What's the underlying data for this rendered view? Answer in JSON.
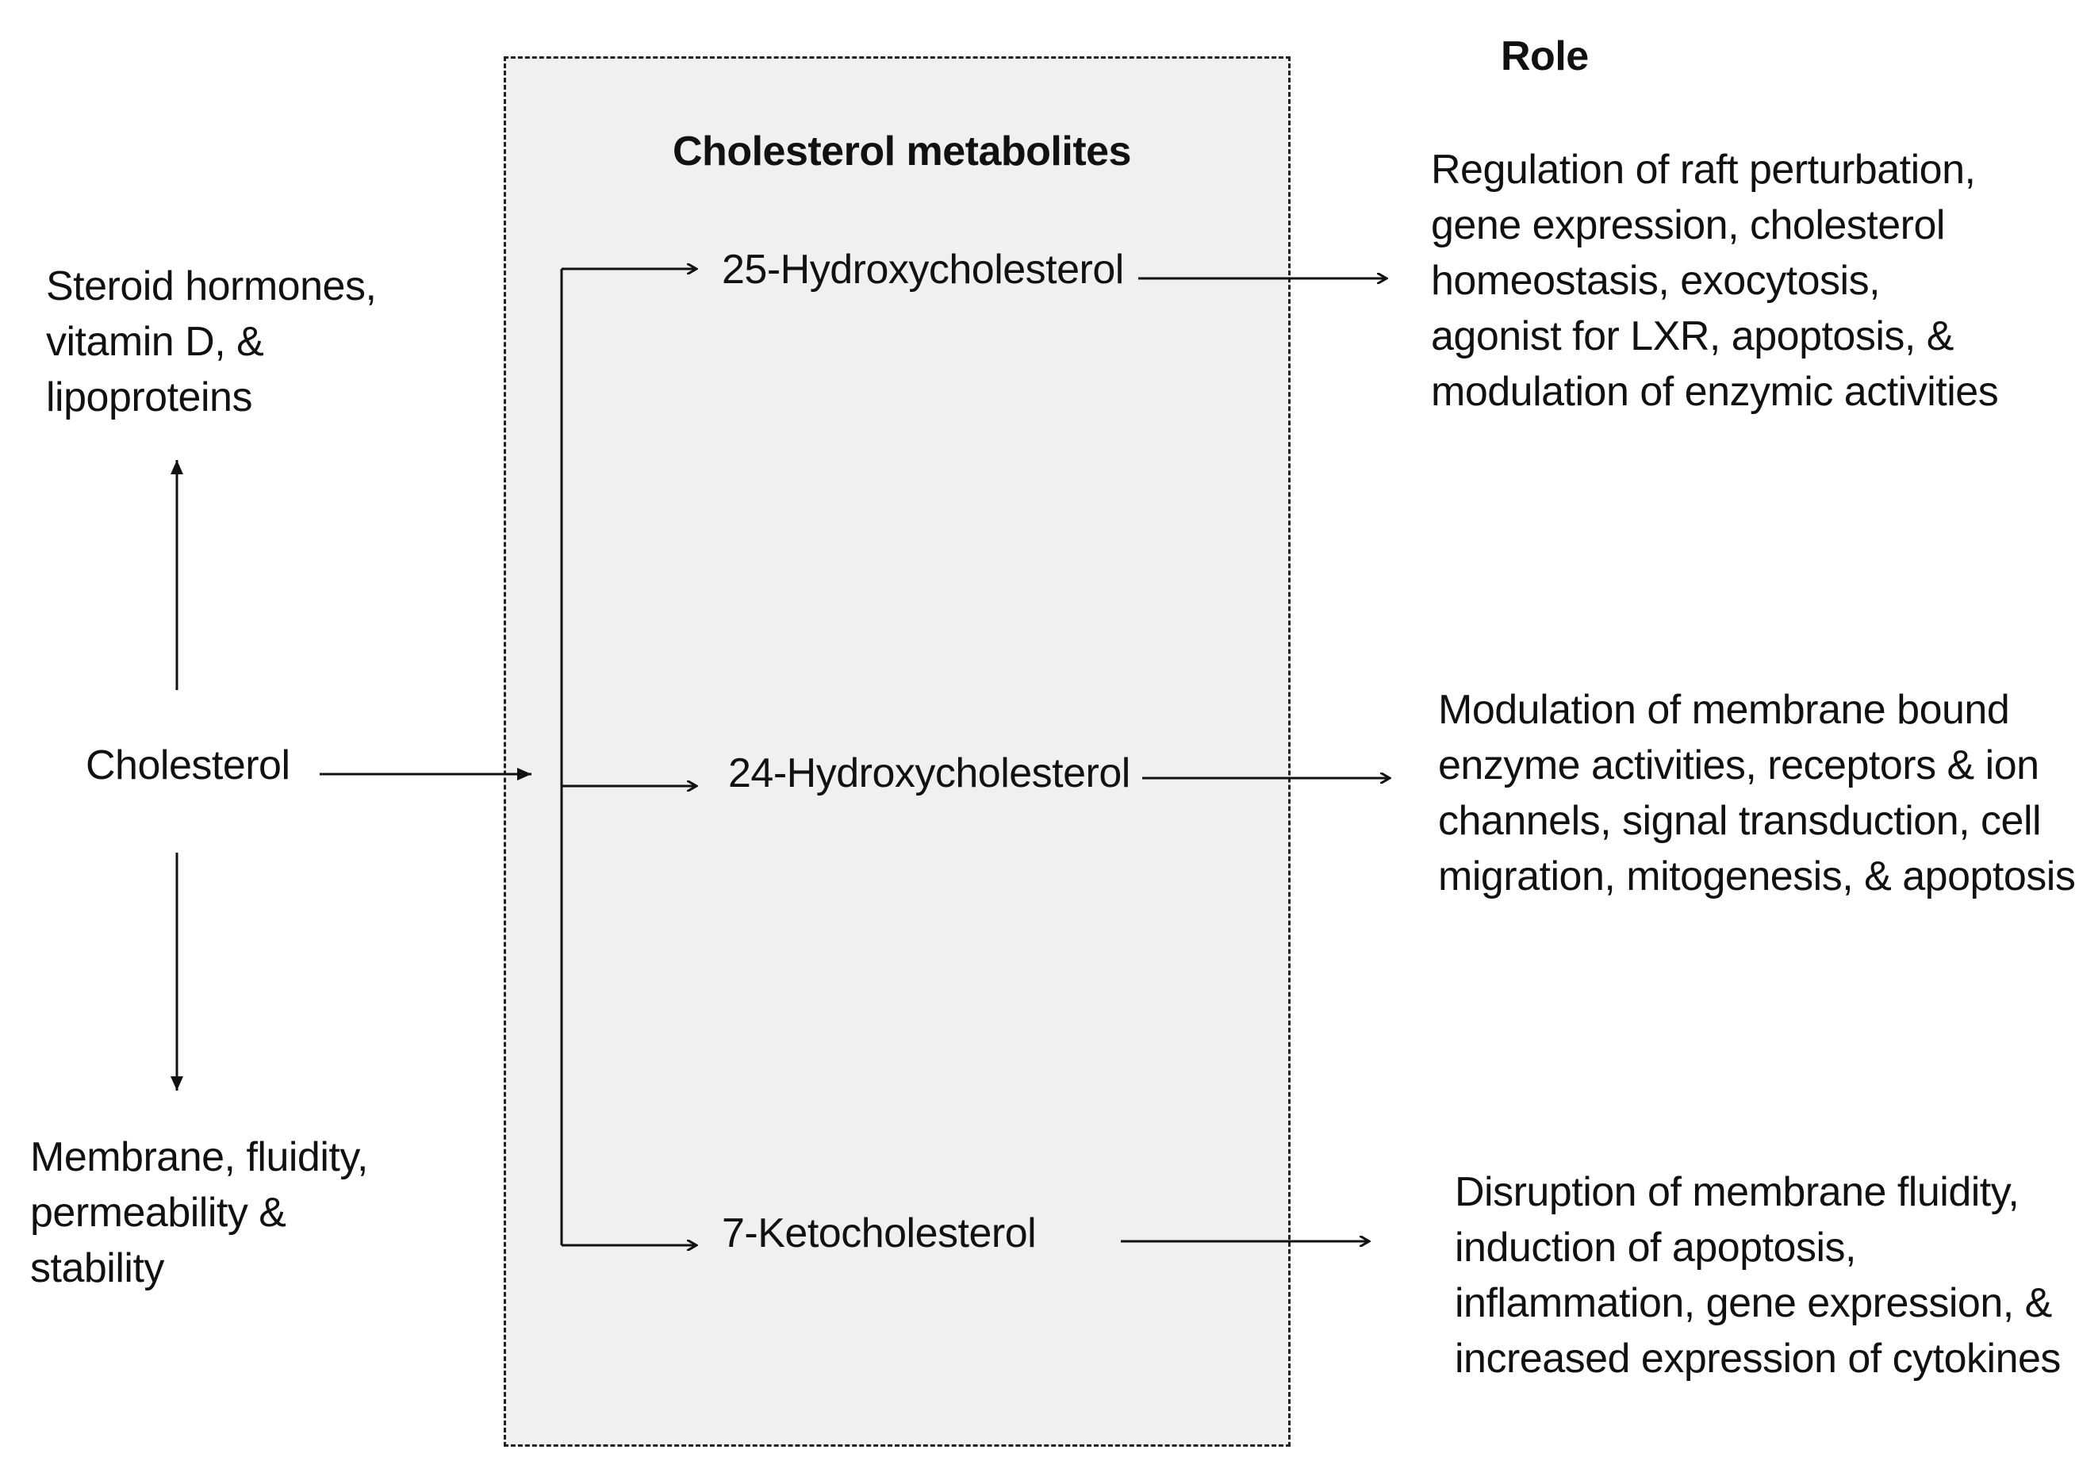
{
  "role_header": "Role",
  "box_title": "Cholesterol metabolites",
  "source": "Cholesterol",
  "upper_output": [
    "Steroid hormones,",
    "vitamin D, &",
    "lipoproteins"
  ],
  "lower_output": [
    "Membrane, fluidity,",
    "permeability &",
    "stability"
  ],
  "metabolites": [
    {
      "name": "25-Hydroxycholesterol",
      "role": [
        "Regulation of raft perturbation,",
        "gene expression, cholesterol",
        "homeostasis, exocytosis,",
        "agonist for LXR, apoptosis, &",
        "modulation of enzymic activities"
      ]
    },
    {
      "name": "24-Hydroxycholesterol",
      "role": [
        "Modulation of membrane bound",
        "enzyme activities, receptors & ion",
        "channels, signal transduction, cell",
        "migration, mitogenesis, & apoptosis"
      ]
    },
    {
      "name": "7-Ketocholesterol",
      "role": [
        "Disruption of membrane fluidity,",
        "induction of apoptosis,",
        "inflammation, gene expression, &",
        "increased expression of cytokines"
      ]
    }
  ]
}
